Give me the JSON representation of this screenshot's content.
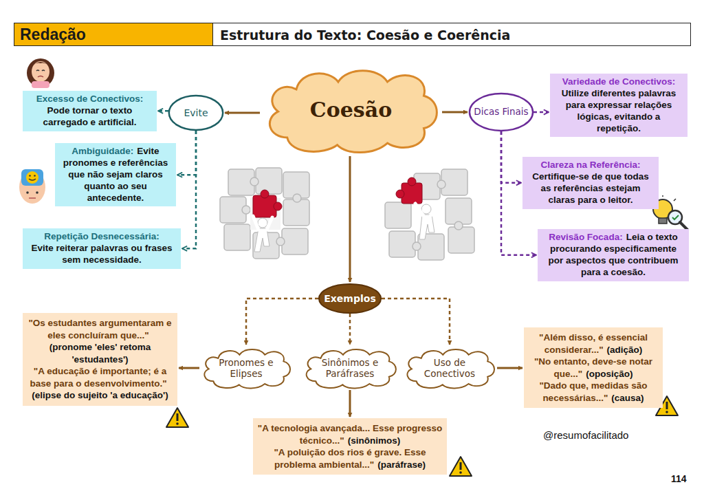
{
  "diagram": {
    "nodes": [
      {
        "text": [
          "Redação"
        ]
      },
      {
        "text": [
          "Estrutura do Texto: Coesão e Coerência"
        ]
      },
      {
        "text": [
          "Coesão"
        ]
      },
      {
        "text": [
          "Evite"
        ]
      },
      {
        "text": [
          "Excesso de Conectivos:",
          "Pode tornar o texto carregado e artificial."
        ]
      },
      {
        "text": [
          "Ambiguidade:",
          "Evite pronomes e referências que não sejam claros quanto ao seu antecedente."
        ]
      },
      {
        "text": [
          "Repetição Desnecessária:",
          "Evite reiterar palavras ou frases sem necessidade."
        ]
      },
      {
        "text": [
          "Dicas Finais"
        ]
      },
      {
        "text": [
          "Variedade de Conectivos:",
          "Utilize diferentes palavras para expressar relações lógicas, evitando a repetição."
        ]
      },
      {
        "text": [
          "Clareza na Referência:",
          "Certifique-se de que todas as referências estejam claras para o leitor."
        ]
      },
      {
        "text": [
          "Revisão Focada:",
          "Leia o texto procurando especificamente por aspectos que contribuem para a coesão."
        ]
      },
      {
        "text": [
          "Exemplos"
        ]
      },
      {
        "text": [
          "Pronomes e Elipses"
        ]
      },
      {
        "text": [
          "Sinônimos e Paráfrases"
        ]
      },
      {
        "text": [
          "Uso de Conectivos"
        ]
      },
      {
        "text": [
          "\"Os estudantes argumentaram e eles concluíram que...\"",
          "(pronome 'eles' retoma 'estudantes')",
          "\"A educação é importante; é a base para o desenvolvimento.\"",
          "(elipse do sujeito 'a educação')"
        ]
      },
      {
        "text": [
          "\"A tecnologia avançada... Esse progresso técnico...\"",
          "(sinônimos)",
          "\"A poluição dos rios é grave. Esse problema ambiental...\"",
          "(paráfrase)"
        ]
      },
      {
        "text": [
          "\"Além disso, é essencial considerar...\"",
          "(adição)",
          "\"No entanto, deve-se notar que...\"",
          "(oposição)",
          "\"Dado que, medidas são necessárias...\"",
          "(causa)"
        ]
      }
    ],
    "edges": [
      {
        "from": 2,
        "to": 3,
        "arrow": "to"
      },
      {
        "from": 3,
        "to": 4,
        "arrow": "to"
      },
      {
        "from": 3,
        "to": 5,
        "arrow": "to"
      },
      {
        "from": 3,
        "to": 6,
        "arrow": "to"
      },
      {
        "from": 2,
        "to": 7,
        "arrow": "to"
      },
      {
        "from": 7,
        "to": 8,
        "arrow": "to"
      },
      {
        "from": 7,
        "to": 9,
        "arrow": "to"
      },
      {
        "from": 7,
        "to": 10,
        "arrow": "to"
      },
      {
        "from": 2,
        "to": 11,
        "arrow": "to"
      },
      {
        "from": 11,
        "to": 12,
        "arrow": "to"
      },
      {
        "from": 11,
        "to": 13,
        "arrow": "to"
      },
      {
        "from": 11,
        "to": 14,
        "arrow": "to"
      },
      {
        "from": 12,
        "to": 15,
        "arrow": "to"
      },
      {
        "from": 13,
        "to": 16,
        "arrow": "to"
      },
      {
        "from": 14,
        "to": 17,
        "arrow": "to"
      }
    ],
    "labels": [
      "@resumofacilitado",
      "114"
    ]
  }
}
